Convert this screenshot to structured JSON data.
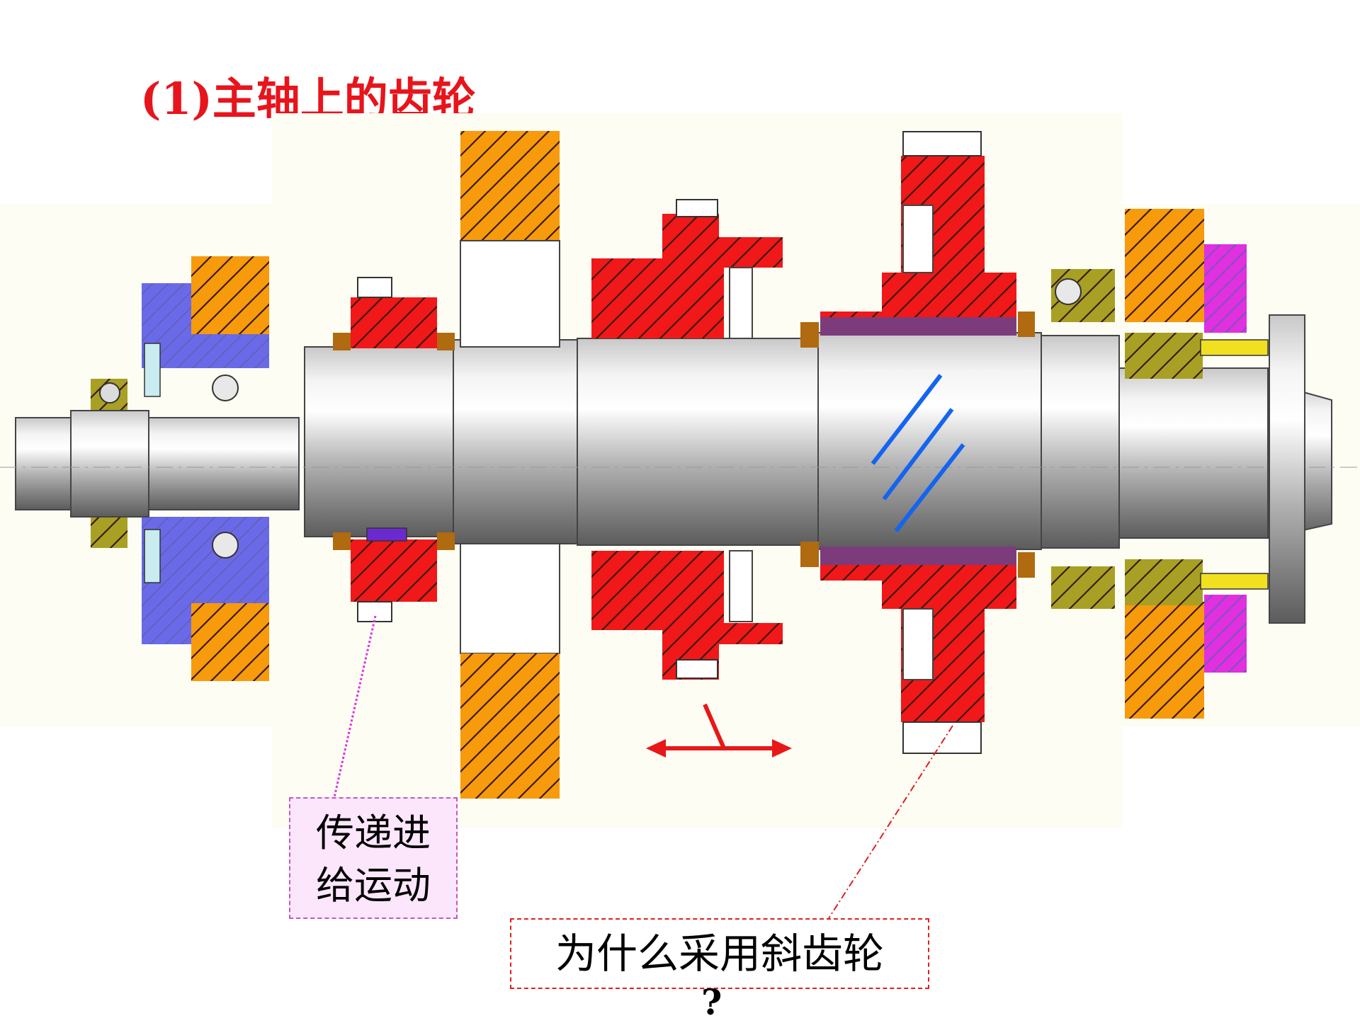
{
  "title": "(1)主轴上的齿轮",
  "callouts": {
    "feed_motion": {
      "line1": "传递进",
      "line2": "给运动"
    },
    "helical_question": {
      "text": "为什么采用斜齿轮",
      "mark": "?"
    }
  },
  "colors": {
    "title": "#e8141c",
    "gear_red": "#f01818",
    "gear_orange": "#f79a0c",
    "housing_blue": "#6a6ae8",
    "housing_olive": "#a8a024",
    "sleeve_purple": "#7c3c7c",
    "housing_magenta": "#e030e0",
    "helix_lines": "#1464f0",
    "shift_arrow": "#e81818",
    "feed_leader": "#e030e0",
    "helical_leader": "#e02020"
  }
}
